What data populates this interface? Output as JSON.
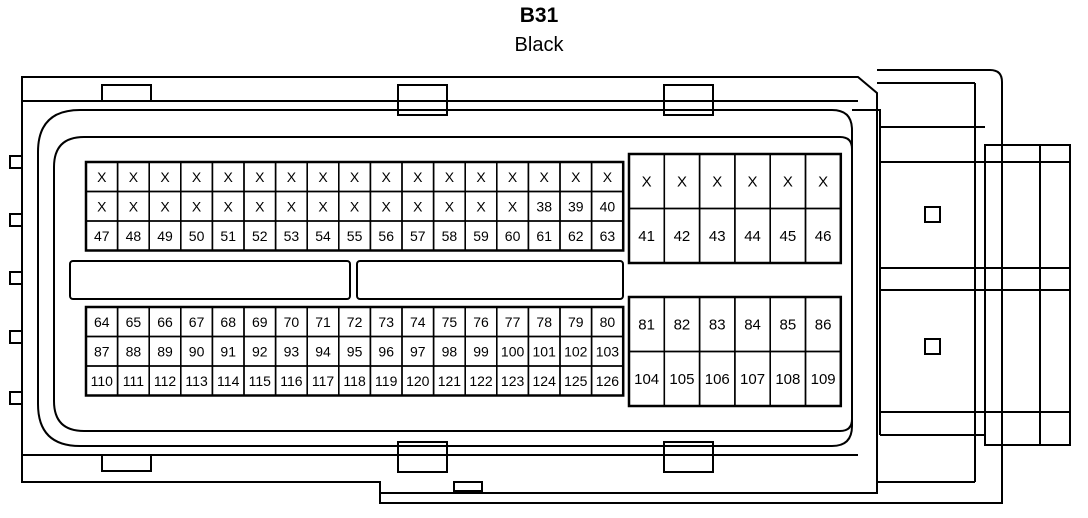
{
  "connector": {
    "name": "B31",
    "color": "Black"
  },
  "left_block": {
    "top": [
      [
        "X",
        "X",
        "X",
        "X",
        "X",
        "X",
        "X",
        "X",
        "X",
        "X",
        "X",
        "X",
        "X",
        "X",
        "X",
        "X",
        "X"
      ],
      [
        "X",
        "X",
        "X",
        "X",
        "X",
        "X",
        "X",
        "X",
        "X",
        "X",
        "X",
        "X",
        "X",
        "X",
        "38",
        "39",
        "40"
      ],
      [
        "47",
        "48",
        "49",
        "50",
        "51",
        "52",
        "53",
        "54",
        "55",
        "56",
        "57",
        "58",
        "59",
        "60",
        "61",
        "62",
        "63"
      ]
    ],
    "bottom": [
      [
        "64",
        "65",
        "66",
        "67",
        "68",
        "69",
        "70",
        "71",
        "72",
        "73",
        "74",
        "75",
        "76",
        "77",
        "78",
        "79",
        "80"
      ],
      [
        "87",
        "88",
        "89",
        "90",
        "91",
        "92",
        "93",
        "94",
        "95",
        "96",
        "97",
        "98",
        "99",
        "100",
        "101",
        "102",
        "103"
      ],
      [
        "110",
        "111",
        "112",
        "113",
        "114",
        "115",
        "116",
        "117",
        "118",
        "119",
        "120",
        "121",
        "122",
        "123",
        "124",
        "125",
        "126"
      ]
    ]
  },
  "right_block": {
    "top": [
      [
        "X",
        "X",
        "X",
        "X",
        "X",
        "X"
      ],
      [
        "41",
        "42",
        "43",
        "44",
        "45",
        "46"
      ]
    ],
    "bottom": [
      [
        "81",
        "82",
        "83",
        "84",
        "85",
        "86"
      ],
      [
        "104",
        "105",
        "106",
        "107",
        "108",
        "109"
      ]
    ]
  }
}
